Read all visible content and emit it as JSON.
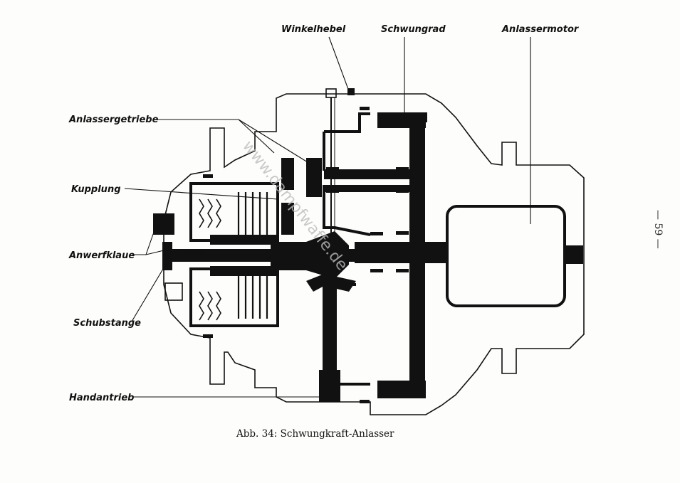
{
  "figure": {
    "caption": "Abb. 34: Schwungkraft-Anlasser",
    "page_number": "— 59 —",
    "watermark": "www.dampfwaffe.de"
  },
  "labels": {
    "winkelhebel": "Winkelhebel",
    "schwungrad": "Schwungrad",
    "anlassermotor": "Anlassermotor",
    "anlassergetriebe": "Anlassergetriebe",
    "kupplung": "Kupplung",
    "anwerfklaue": "Anwerfklaue",
    "schubstange": "Schubstange",
    "handantrieb": "Handantrieb"
  },
  "colors": {
    "ink": "#111111",
    "paper": "#fdfdfb",
    "watermark": "#bdbdbd"
  }
}
